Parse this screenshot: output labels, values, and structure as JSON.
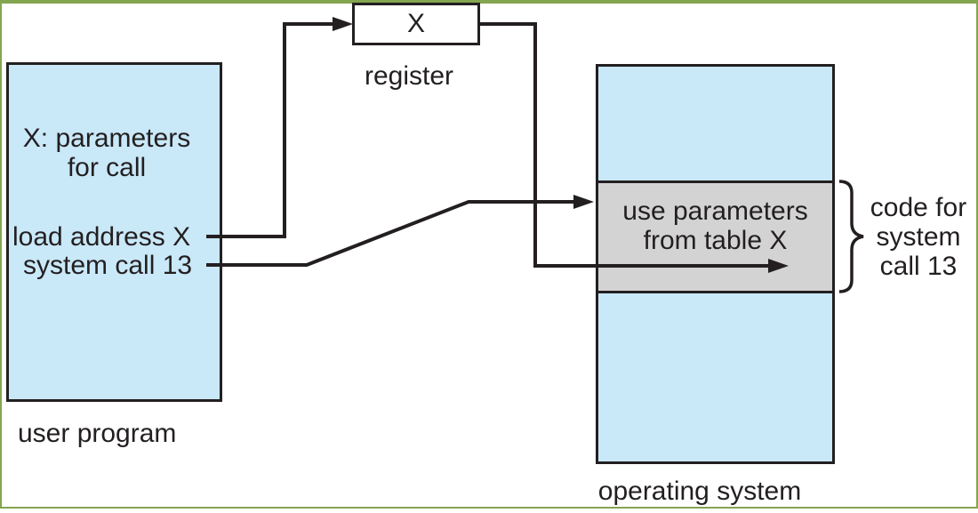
{
  "colors": {
    "frame_green": "#84a54f",
    "memory_blue": "#c9e8f8",
    "band_gray": "#d3d3d4",
    "ink": "#231f20"
  },
  "register": {
    "value": "X",
    "label": "register"
  },
  "user_program": {
    "label": "user program",
    "table_line1": "X: parameters",
    "table_line2": "for call",
    "instruction1": "load address X",
    "instruction2": "system call 13"
  },
  "operating_system": {
    "label": "operating system",
    "handler_line1": "use parameters",
    "handler_line2": "from table X"
  },
  "brace_label": {
    "line1": "code for",
    "line2": "system",
    "line3": "call 13"
  }
}
